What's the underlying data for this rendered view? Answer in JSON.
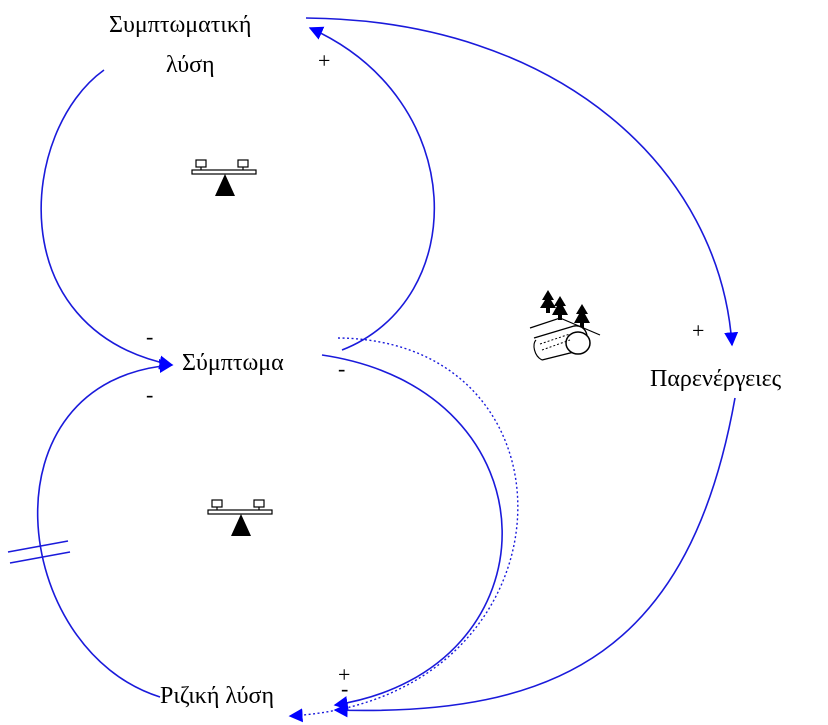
{
  "diagram": {
    "nodes": {
      "symptomatic_solution_line1": "Συμπτωματική",
      "symptomatic_solution_line2": "λύση",
      "symptom": "Σύμπτωμα",
      "side_effects": "Παρενέργειες",
      "fundamental_solution": "Ριζική λύση"
    },
    "polarities": {
      "symptomatic_to_symptom": "-",
      "symptom_to_symptomatic": "+",
      "symptom_to_fundamental_near_symptom": "-",
      "symptom_to_fundamental_near_fundamental": "+",
      "fundamental_to_symptom": "-",
      "symptomatic_to_side_effects": "+",
      "side_effects_to_fundamental": "-",
      "symptom_to_fundamental_minus": "-"
    },
    "loop_icons": {
      "upper": "balance-seesaw-icon",
      "lower": "balance-seesaw-icon",
      "right": "snowball-reinforcing-icon"
    },
    "colors": {
      "link": "#1a1adb",
      "arrowhead": "#0000ff",
      "text": "#000000"
    }
  }
}
